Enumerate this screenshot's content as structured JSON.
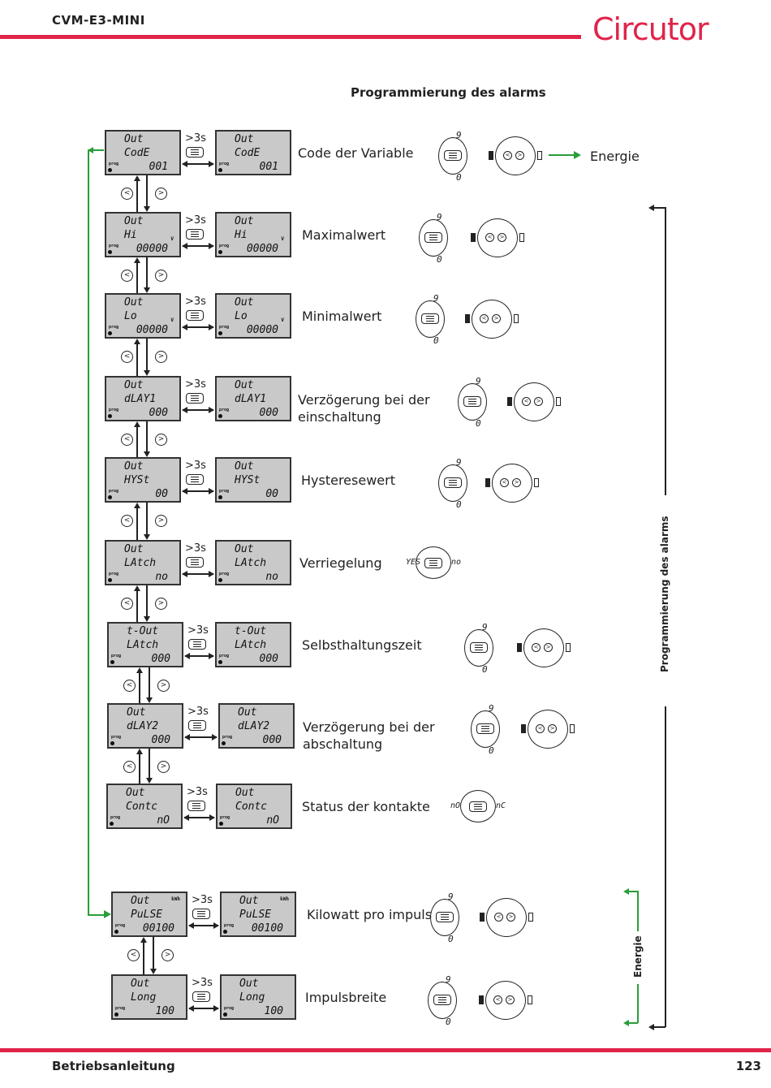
{
  "header": {
    "model": "CVM-E3-MINI",
    "brand": "Circutor"
  },
  "section_title": "Programmierung des alarms",
  "footer": {
    "left": "Betriebsanleitung",
    "page": "123"
  },
  "hold_label": ">3s",
  "prog_label": "prog",
  "nav_left": "<",
  "nav_right": ">",
  "energie_target": "Energie",
  "side_labels": {
    "alarm": "Programmierung des alarms",
    "energie": "Energie"
  },
  "digit_9": "9",
  "digit_0": "0",
  "units": {
    "v": "V",
    "kwh": "kWh"
  },
  "steps": [
    {
      "left": [
        "Out",
        "CodE",
        "001"
      ],
      "right": [
        "Out",
        "CodE",
        "001"
      ],
      "desc": [
        "Code der Variable"
      ],
      "icon": "digit"
    },
    {
      "left": [
        "Out",
        "Hi",
        "00000"
      ],
      "right": [
        "Out",
        "Hi",
        "00000"
      ],
      "desc": [
        "Maximalwert"
      ],
      "icon": "digit",
      "unit": "V"
    },
    {
      "left": [
        "Out",
        "Lo",
        "00000"
      ],
      "right": [
        "Out",
        "Lo",
        "00000"
      ],
      "desc": [
        "Minimalwert"
      ],
      "icon": "digit",
      "unit": "V"
    },
    {
      "left": [
        "Out",
        "dLAY1",
        "000"
      ],
      "right": [
        "Out",
        "dLAY1",
        "000"
      ],
      "desc": [
        "Verzögerung bei der",
        "einschaltung"
      ],
      "icon": "digit"
    },
    {
      "left": [
        "Out",
        "HYSt",
        "00"
      ],
      "right": [
        "Out",
        "HYSt",
        "00"
      ],
      "desc": [
        "Hysteresewert"
      ],
      "icon": "digit"
    },
    {
      "left": [
        "Out",
        "LAtch",
        "no"
      ],
      "right": [
        "Out",
        "LAtch",
        "no"
      ],
      "desc": [
        "Verriegelung"
      ],
      "icon": "choice",
      "choice": [
        "YES",
        "no"
      ]
    },
    {
      "left": [
        "t-Out",
        "LAtch",
        "000"
      ],
      "right": [
        "t-Out",
        "LAtch",
        "000"
      ],
      "desc": [
        "Selbsthaltungszeit"
      ],
      "icon": "digit"
    },
    {
      "left": [
        "Out",
        "dLAY2",
        "000"
      ],
      "right": [
        "Out",
        "dLAY2",
        "000"
      ],
      "desc": [
        "Verzögerung bei der",
        "abschaltung"
      ],
      "icon": "digit"
    },
    {
      "left": [
        "Out",
        "Contc",
        "nO"
      ],
      "right": [
        "Out",
        "Contc",
        "nO"
      ],
      "desc": [
        "Status der kontakte"
      ],
      "icon": "choice",
      "choice": [
        "nO",
        "nC"
      ]
    },
    {
      "left": [
        "Out",
        "PuLSE",
        "00100"
      ],
      "right": [
        "Out",
        "PuLSE",
        "00100"
      ],
      "desc": [
        "Kilowatt pro impuls"
      ],
      "icon": "digit",
      "unit": "kWh"
    },
    {
      "left": [
        "Out",
        "Long",
        "100"
      ],
      "right": [
        "Out",
        "Long",
        "100"
      ],
      "desc": [
        "Impulsbreite"
      ],
      "icon": "digit"
    }
  ]
}
